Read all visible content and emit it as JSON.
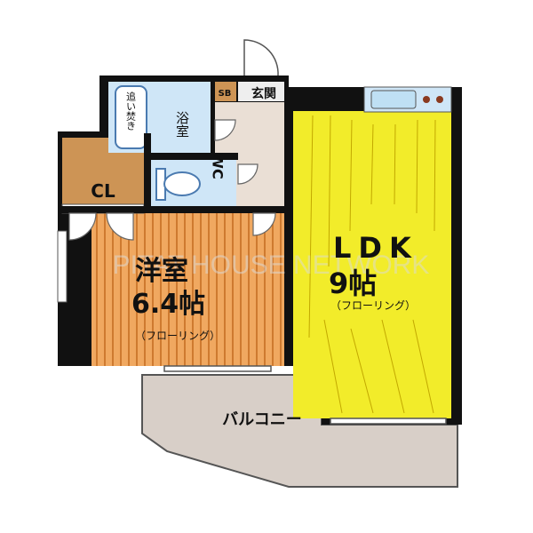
{
  "rooms": {
    "bath": "浴室",
    "reheat": "追い焚き",
    "sb": "SB",
    "entrance": "玄関",
    "wc": "WC",
    "closet": "CL",
    "western_name": "洋室",
    "western_size": "6.4帖",
    "western_floor": "（フローリング）",
    "ldk_name": "LDK",
    "ldk_size": "9帖",
    "ldk_floor": "（フローリング）",
    "balcony": "バルコニー"
  },
  "watermark": "PITAT HOUSE NETWORK",
  "colors": {
    "wall": "#111111",
    "western_floor": "#f0a860",
    "ldk_floor": "#f2ec2a",
    "closet": "#cd9455",
    "balcony": "#d8cfc8",
    "entrance": "#eadfd5",
    "wet_area": "#cfe6f7"
  }
}
